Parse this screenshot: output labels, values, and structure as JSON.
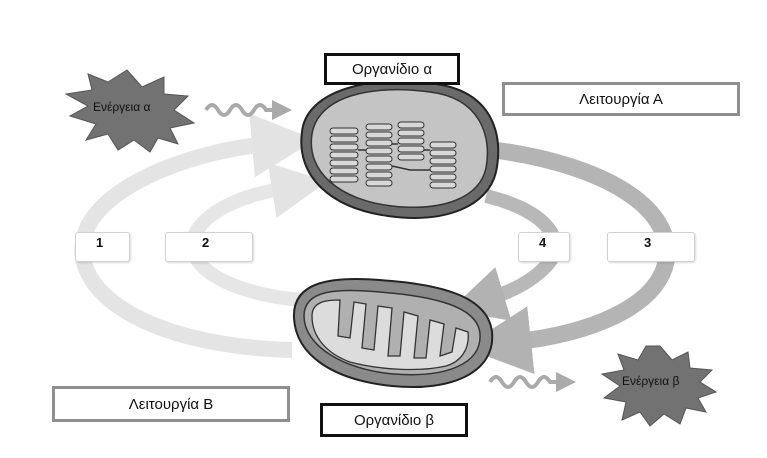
{
  "labels": {
    "organelle_alpha": "Οργανίδιο α",
    "organelle_beta": "Οργανίδιο β",
    "function_a": "Λειτουργία Α",
    "function_b": "Λειτουργία Β",
    "energy_alpha": "Ενέργεια α",
    "energy_beta": "Ενέργεια β"
  },
  "boxes": [
    "1",
    "2",
    "4",
    "3"
  ],
  "icons": {
    "chloroplast": "chloroplast-icon",
    "mitochondrion": "mitochondrion-icon",
    "energy_alpha": "energy-star-icon",
    "energy_beta": "energy-star-icon"
  },
  "colors": {
    "arrow_light": "#e4e4e4",
    "arrow_dark": "#b4b4b4",
    "star_fill": "#727272",
    "organelle_outer": "#6a6a6a",
    "organelle_inner": "#bdbdbd",
    "border_grey": "#8e8e8e",
    "border_black": "#111111"
  }
}
